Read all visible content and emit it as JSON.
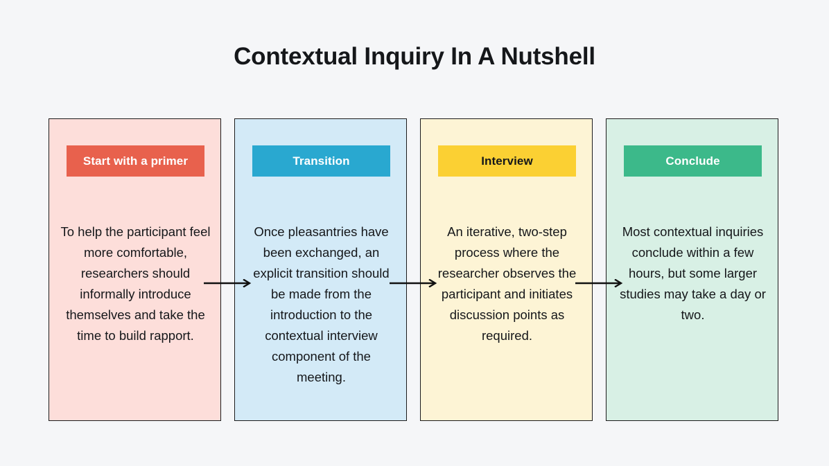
{
  "page": {
    "title": "Contextual Inquiry In A Nutshell",
    "background_color": "#F5F6F8"
  },
  "colors": {
    "panel_1_bg": "#FDDEDA",
    "panel_2_bg": "#D3EAF7",
    "panel_3_bg": "#FDF4D5",
    "panel_4_bg": "#D8F0E5",
    "header_1_bg": "#E8614D",
    "header_2_bg": "#29A8D0",
    "header_3_bg": "#FBD033",
    "header_4_bg": "#3CB98A",
    "border": "#1B1B1B",
    "text": "#15171A"
  },
  "steps": [
    {
      "label": "Start with a primer",
      "body": "To help the participant feel more comfortable, researchers should informally introduce themselves and take the time to build rapport."
    },
    {
      "label": "Transition",
      "body": "Once pleasantries have been exchanged, an explicit transition should be made from the introduction to the contextual interview component of the meeting."
    },
    {
      "label": "Interview",
      "body": "An iterative, two-step process where the researcher observes the participant and initiates discussion points as required."
    },
    {
      "label": "Conclude",
      "body": "Most contextual inquiries conclude within a few hours, but some larger studies may take a day or two."
    }
  ],
  "connectors": [
    {
      "icon": "arrow-right-icon",
      "from": "Start with a primer",
      "to": "Transition"
    },
    {
      "icon": "arrow-right-icon",
      "from": "Transition",
      "to": "Interview"
    },
    {
      "icon": "arrow-right-icon",
      "from": "Interview",
      "to": "Conclude"
    }
  ]
}
